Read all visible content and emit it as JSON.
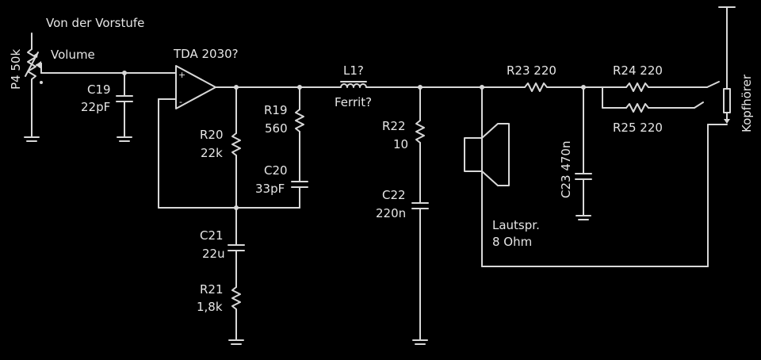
{
  "labels": {
    "input": "Von der Vorstufe",
    "volume": "Volume",
    "p4": "P4 50k",
    "c19_name": "C19",
    "c19_val": "22pF",
    "amp": "TDA 2030?",
    "plus": "+",
    "minus": "-",
    "r20_name": "R20",
    "r20_val": "22k",
    "r19_name": "R19",
    "r19_val": "560",
    "c20_name": "C20",
    "c20_val": "33pF",
    "c21_name": "C21",
    "c21_val": "22u",
    "r21_name": "R21",
    "r21_val": "1,8k",
    "l1_name": "L1?",
    "l1_val": "Ferrit?",
    "r22_name": "R22",
    "r22_val": "10",
    "c22_name": "C22",
    "c22_val": "220n",
    "r23": "R23  220",
    "c23": "C23  470n",
    "speaker_line1": "Lautspr.",
    "speaker_line2": "8 Ohm",
    "r24": "R24  220",
    "r25": "R25 220",
    "jack": "Kopfhörer"
  }
}
